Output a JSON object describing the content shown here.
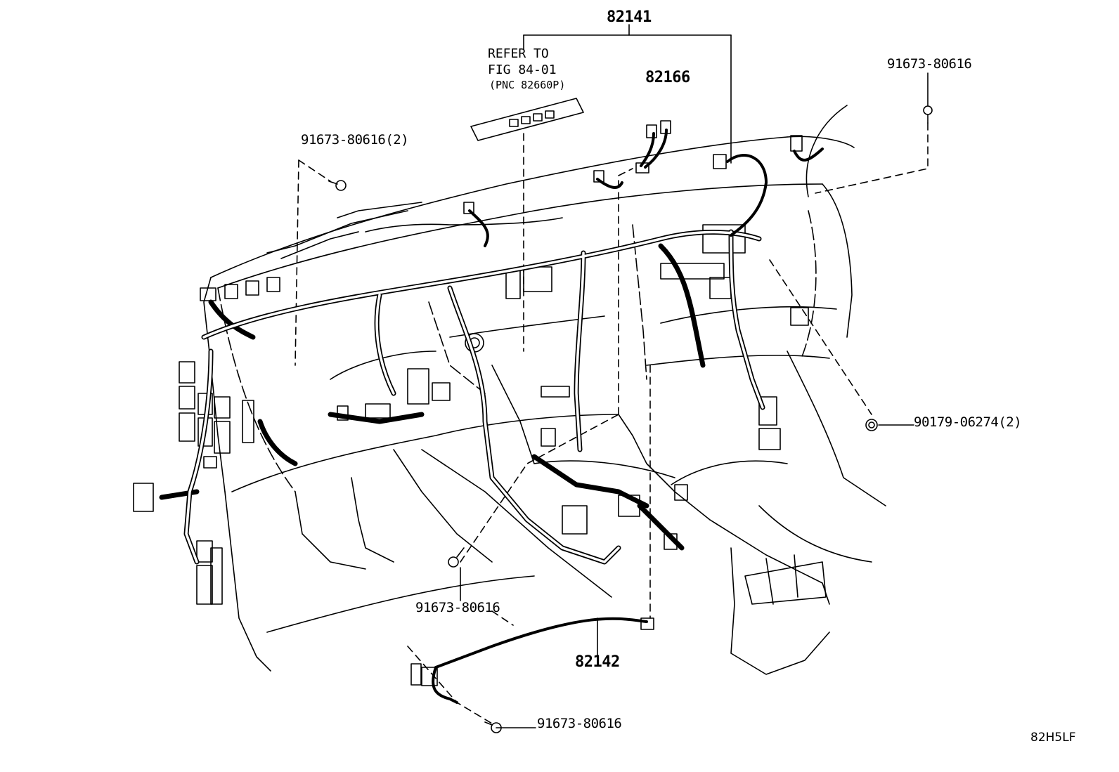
{
  "callouts": {
    "harness_main": "82141",
    "harness_sub": "82166",
    "harness_floor": "82142",
    "bolt_top_left": "91673-80616(2)",
    "bolt_top_right": "91673-80616",
    "bolt_center": "91673-80616",
    "bolt_bottom": "91673-80616",
    "clip_right": "90179-06274(2)"
  },
  "reference": {
    "line1": "REFER TO",
    "line2": "FIG 84-01",
    "line3": "(PNC 82660P)"
  },
  "diagram_code": "82H5LF",
  "colors": {
    "ink": "#000000",
    "harness": "#555555",
    "paper": "#ffffff"
  }
}
